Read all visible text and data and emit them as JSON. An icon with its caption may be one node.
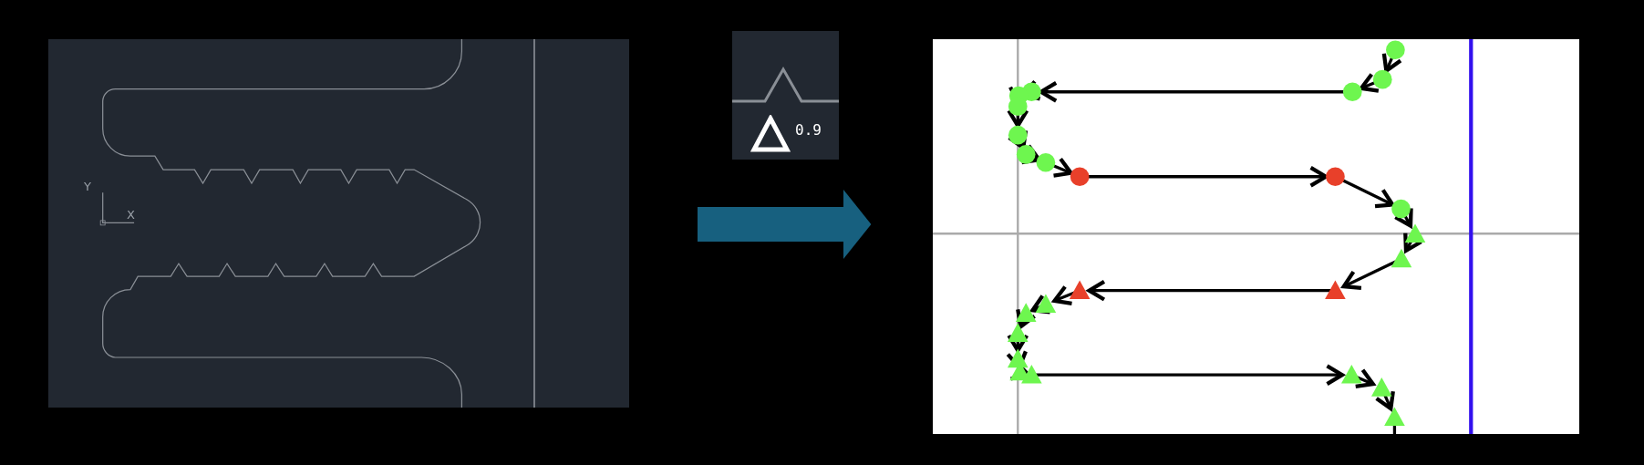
{
  "diagram": {
    "nodes": [
      {
        "text": [],
        "shape": "picture"
      },
      {
        "text": [],
        "shape": "picture"
      }
    ],
    "edges": [
      {
        "from": 0,
        "to": 1,
        "arrow": "to"
      }
    ],
    "labels": [
      "Y",
      "X",
      "0.9"
    ]
  }
}
